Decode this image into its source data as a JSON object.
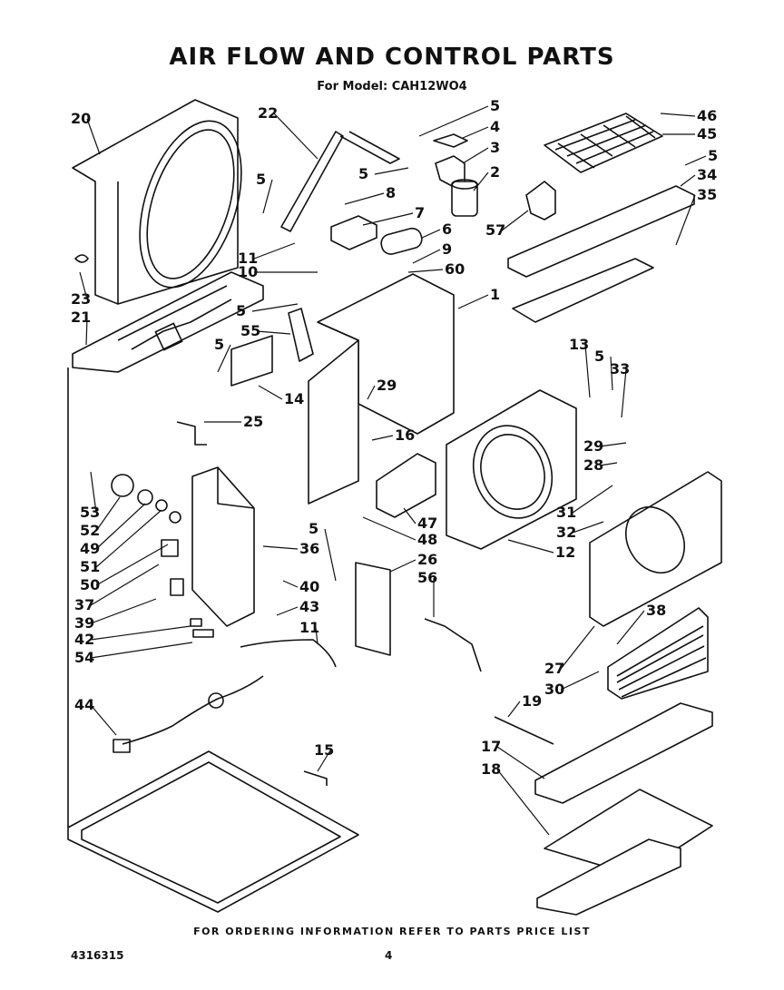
{
  "title": "AIR FLOW AND CONTROL PARTS",
  "subtitle": "For Model: CAH12WO4",
  "footer": "FOR ORDERING INFORMATION REFER TO PARTS PRICE LIST",
  "document_number": "4316315",
  "page_number": "4",
  "callouts": [
    {
      "id": "c20",
      "label": "20"
    },
    {
      "id": "c22",
      "label": "22"
    },
    {
      "id": "c5a",
      "label": "5"
    },
    {
      "id": "c4",
      "label": "4"
    },
    {
      "id": "c3",
      "label": "3"
    },
    {
      "id": "c5b",
      "label": "5"
    },
    {
      "id": "c2",
      "label": "2"
    },
    {
      "id": "c46",
      "label": "46"
    },
    {
      "id": "c45",
      "label": "45"
    },
    {
      "id": "c5c",
      "label": "5"
    },
    {
      "id": "c34",
      "label": "34"
    },
    {
      "id": "c35",
      "label": "35"
    },
    {
      "id": "c5d",
      "label": "5"
    },
    {
      "id": "c8",
      "label": "8"
    },
    {
      "id": "c7",
      "label": "7"
    },
    {
      "id": "c6",
      "label": "6"
    },
    {
      "id": "c57",
      "label": "57"
    },
    {
      "id": "c11a",
      "label": "11"
    },
    {
      "id": "c9",
      "label": "9"
    },
    {
      "id": "c10",
      "label": "10"
    },
    {
      "id": "c60",
      "label": "60"
    },
    {
      "id": "c23",
      "label": "23"
    },
    {
      "id": "c21",
      "label": "21"
    },
    {
      "id": "c1",
      "label": "1"
    },
    {
      "id": "c5e",
      "label": "5"
    },
    {
      "id": "c55",
      "label": "55"
    },
    {
      "id": "c5f",
      "label": "5"
    },
    {
      "id": "c14",
      "label": "14"
    },
    {
      "id": "c13",
      "label": "13"
    },
    {
      "id": "c5g",
      "label": "5"
    },
    {
      "id": "c33",
      "label": "33"
    },
    {
      "id": "c29a",
      "label": "29"
    },
    {
      "id": "c25",
      "label": "25"
    },
    {
      "id": "c16",
      "label": "16"
    },
    {
      "id": "c29b",
      "label": "29"
    },
    {
      "id": "c28",
      "label": "28"
    },
    {
      "id": "c53",
      "label": "53"
    },
    {
      "id": "c52",
      "label": "52"
    },
    {
      "id": "c49",
      "label": "49"
    },
    {
      "id": "c51",
      "label": "51"
    },
    {
      "id": "c50",
      "label": "50"
    },
    {
      "id": "c5h",
      "label": "5"
    },
    {
      "id": "c36",
      "label": "36"
    },
    {
      "id": "c47",
      "label": "47"
    },
    {
      "id": "c48",
      "label": "48"
    },
    {
      "id": "c31",
      "label": "31"
    },
    {
      "id": "c32",
      "label": "32"
    },
    {
      "id": "c26",
      "label": "26"
    },
    {
      "id": "c12",
      "label": "12"
    },
    {
      "id": "c56",
      "label": "56"
    },
    {
      "id": "c37",
      "label": "37"
    },
    {
      "id": "c39",
      "label": "39"
    },
    {
      "id": "c40",
      "label": "40"
    },
    {
      "id": "c43",
      "label": "43"
    },
    {
      "id": "c42",
      "label": "42"
    },
    {
      "id": "c54",
      "label": "54"
    },
    {
      "id": "c11b",
      "label": "11"
    },
    {
      "id": "c38",
      "label": "38"
    },
    {
      "id": "c27",
      "label": "27"
    },
    {
      "id": "c30",
      "label": "30"
    },
    {
      "id": "c44",
      "label": "44"
    },
    {
      "id": "c19",
      "label": "19"
    },
    {
      "id": "c15",
      "label": "15"
    },
    {
      "id": "c17",
      "label": "17"
    },
    {
      "id": "c18",
      "label": "18"
    }
  ]
}
